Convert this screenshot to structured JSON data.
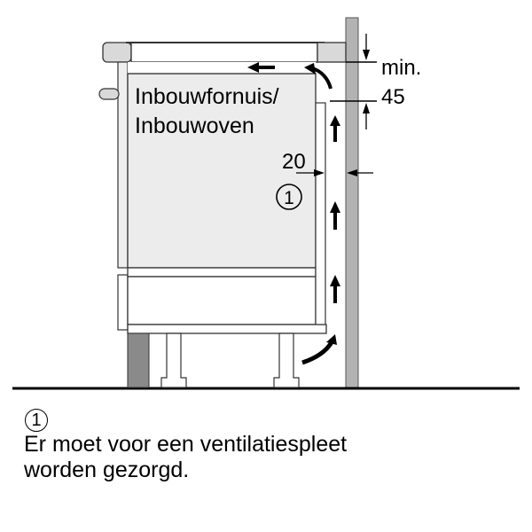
{
  "diagram": {
    "appliance_label_line1": "Inbouwfornuis/",
    "appliance_label_line2": "Inbouwoven",
    "dimension_top": {
      "label_line1": "min.",
      "label_line2": "45"
    },
    "dimension_gap": {
      "label": "20"
    },
    "callout_marker": "1",
    "airflow_arrows": [
      "up",
      "up",
      "up",
      "up",
      "curve-in-bottom",
      "curve-top",
      "left-top"
    ],
    "colors": {
      "line": "#000000",
      "panel_fill": "#ececec",
      "worktop_fill": "#d9d9d9",
      "wall_fill": "#b3b3b3",
      "plinth_fill": "#8a8a8a"
    }
  },
  "caption": {
    "marker": "1",
    "line1": "Er moet voor een ventilatiespleet",
    "line2": "worden gezorgd."
  }
}
